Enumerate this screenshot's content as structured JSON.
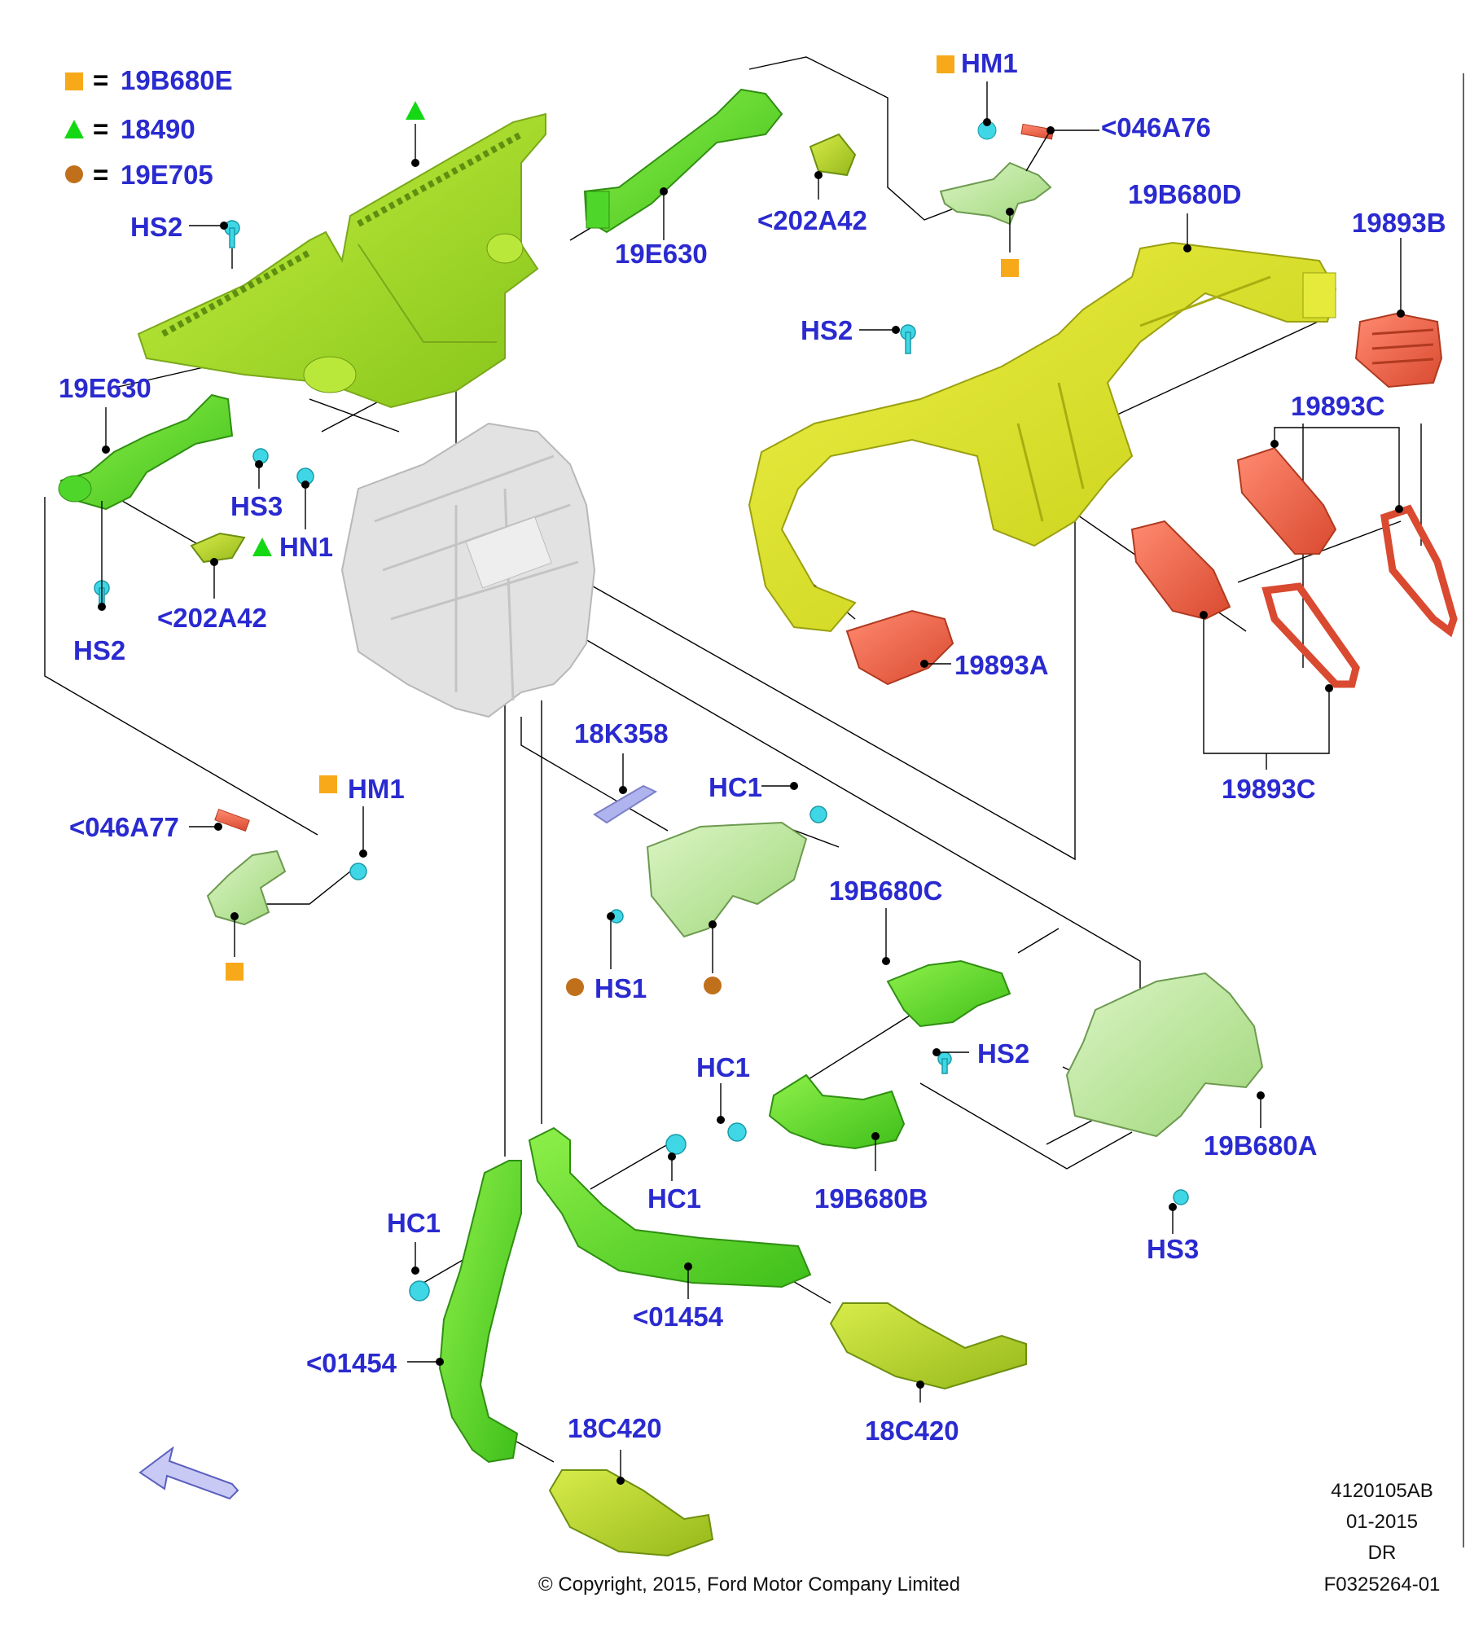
{
  "legend": [
    {
      "symbol": "square",
      "color": "#f7a91a",
      "value": "19B680E"
    },
    {
      "symbol": "triangle",
      "color": "#14d814",
      "value": "18490"
    },
    {
      "symbol": "circle",
      "color": "#c0701b",
      "value": "19E705"
    }
  ],
  "legend_eq": "=",
  "labels": {
    "hm1_top": "HM1",
    "n046a76": "<046A76",
    "n19e630_top": "19E630",
    "n202a42_top": "<202A42",
    "n19b680d": "19B680D",
    "n19893b": "19893B",
    "hs2_a": "HS2",
    "hs2_b": "HS2",
    "n19e630_left": "19E630",
    "hs3_a": "HS3",
    "hn1": "HN1",
    "n202a42_left": "<202A42",
    "hs2_c": "HS2",
    "n19893c_a": "19893C",
    "n19893a": "19893A",
    "n19893c_b": "19893C",
    "n18k358": "18K358",
    "hc1_a": "HC1",
    "hm1_left": "HM1",
    "n046a77": "<046A77",
    "n19b680c": "19B680C",
    "hs1": "HS1",
    "hs2_d": "HS2",
    "hc1_b": "HC1",
    "n19b680a": "19B680A",
    "hc1_c": "HC1",
    "n19b680b": "19B680B",
    "hc1_d": "HC1",
    "hs3_b": "HS3",
    "n01454_a": "<01454",
    "n01454_b": "<01454",
    "n18c420_a": "18C420",
    "n18c420_b": "18C420"
  },
  "meta": {
    "code": "4120105AB",
    "date": "01-2015",
    "region": "DR",
    "figure": "F0325264-01"
  },
  "copyright": "© Copyright, 2015, Ford Motor Company Limited",
  "colors": {
    "label": "#2a2ad0",
    "green": "#6ed62e",
    "lime": "#a9e21a",
    "yellow": "#d8e41c",
    "red": "#ee6a4e",
    "cyan": "#3fd7e6",
    "pale": "#bfe6a0",
    "grey": "#d8d8d8",
    "olive": "#b5d12a",
    "lavender": "#b0b4ee"
  }
}
